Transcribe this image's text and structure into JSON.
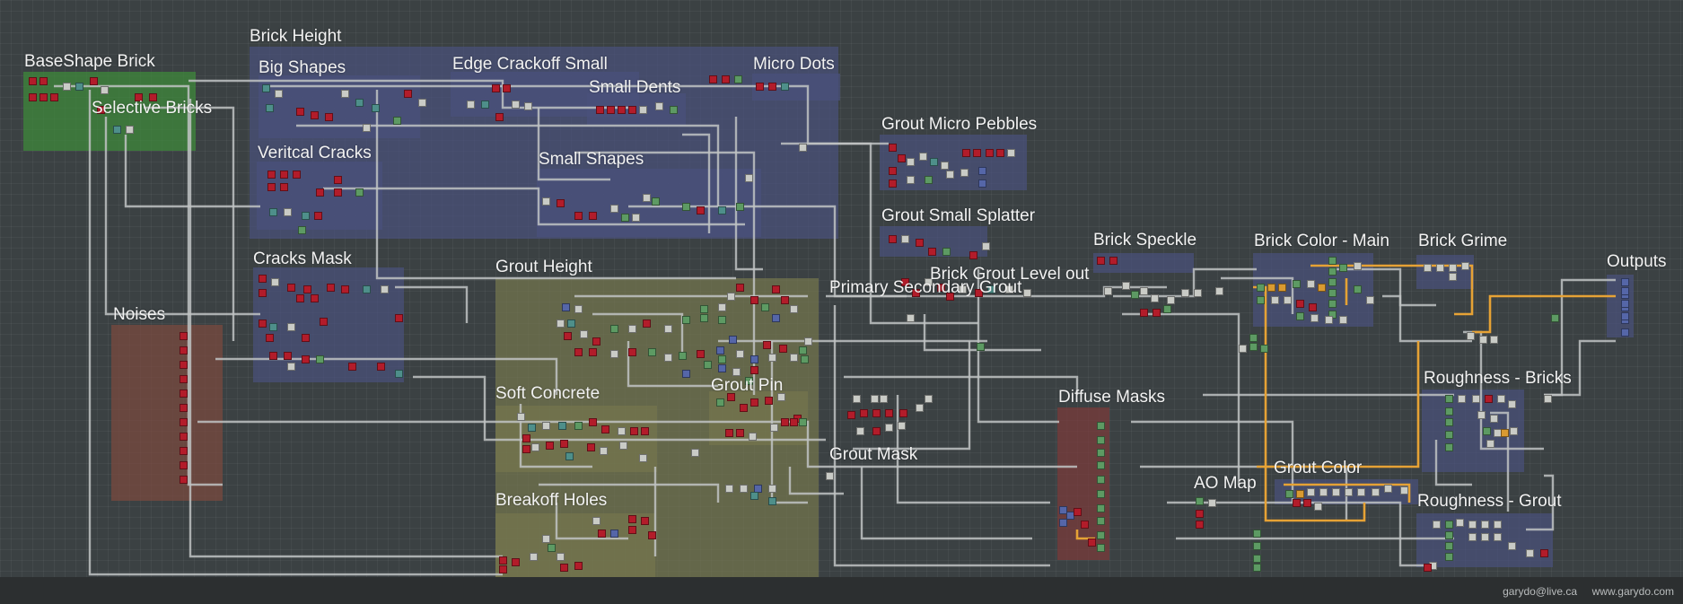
{
  "frames": [
    {
      "id": "baseshape-brick",
      "label": "BaseShape Brick",
      "color": "#3e8a3a"
    },
    {
      "id": "selective-bricks",
      "label": "Selective Bricks",
      "color": "#3e8a3a"
    },
    {
      "id": "brick-height",
      "label": "Brick Height",
      "color": "#4a507c"
    },
    {
      "id": "big-shapes",
      "label": "Big Shapes",
      "color": "#4a507c"
    },
    {
      "id": "edge-crackoff-small",
      "label": "Edge Crackoff Small",
      "color": "#4a507c"
    },
    {
      "id": "small-dents",
      "label": "Small Dents",
      "color": "#4a507c"
    },
    {
      "id": "micro-dots",
      "label": "Micro Dots",
      "color": "#4a507c"
    },
    {
      "id": "veritcal-cracks",
      "label": "Veritcal Cracks",
      "color": "#4a507c"
    },
    {
      "id": "small-shapes",
      "label": "Small Shapes",
      "color": "#4a507c"
    },
    {
      "id": "cracks-mask",
      "label": "Cracks Mask",
      "color": "#4a507c"
    },
    {
      "id": "noises",
      "label": "Noises",
      "color": "#7b4a3f"
    },
    {
      "id": "grout-height",
      "label": "Grout Height",
      "color": "#75764e"
    },
    {
      "id": "soft-concrete",
      "label": "Soft Concrete",
      "color": "#75764e"
    },
    {
      "id": "grout-pin",
      "label": "Grout Pin",
      "color": "#75764e"
    },
    {
      "id": "breakoff-holes",
      "label": "Breakoff Holes",
      "color": "#75764e"
    },
    {
      "id": "grout-micro-pebbles",
      "label": "Grout Micro Pebbles",
      "color": "#4a507c"
    },
    {
      "id": "grout-small-splatter",
      "label": "Grout Small Splatter",
      "color": "#4a507c"
    },
    {
      "id": "primary-secondary-grout",
      "label": "Primary Secondary Grout",
      "color": "none"
    },
    {
      "id": "brick-grout-level-out",
      "label": "Brick Grout Level out",
      "color": "none"
    },
    {
      "id": "grout-mask",
      "label": "Grout Mask",
      "color": "none"
    },
    {
      "id": "brick-speckle",
      "label": "Brick Speckle",
      "color": "#4a507c"
    },
    {
      "id": "brick-color-main",
      "label": "Brick Color - Main",
      "color": "#4a507c"
    },
    {
      "id": "brick-grime",
      "label": "Brick Grime",
      "color": "#4a507c"
    },
    {
      "id": "outputs",
      "label": "Outputs",
      "color": "#4a507c"
    },
    {
      "id": "roughness-bricks",
      "label": "Roughness - Bricks",
      "color": "#4a507c"
    },
    {
      "id": "diffuse-masks",
      "label": "Diffuse Masks",
      "color": "#7b3a3a"
    },
    {
      "id": "ao-map",
      "label": "AO Map",
      "color": "none"
    },
    {
      "id": "grout-color",
      "label": "Grout Color",
      "color": "#4a507c"
    },
    {
      "id": "roughness-grout",
      "label": "Roughness - Grout",
      "color": "#4a507c"
    }
  ],
  "node_colors": {
    "red": "#b21c2a",
    "teal": "#4e8f8a",
    "green": "#5d9a63",
    "grey": "#c9cbc6",
    "blue": "#5566a8",
    "orange": "#d99a31",
    "olive": "#8a9a3a"
  },
  "wire_colors": {
    "default": "#bfc3c3",
    "highlight": "#e6a235"
  },
  "footer": {
    "email": "garydo@live.ca",
    "site": "www.garydo.com"
  }
}
